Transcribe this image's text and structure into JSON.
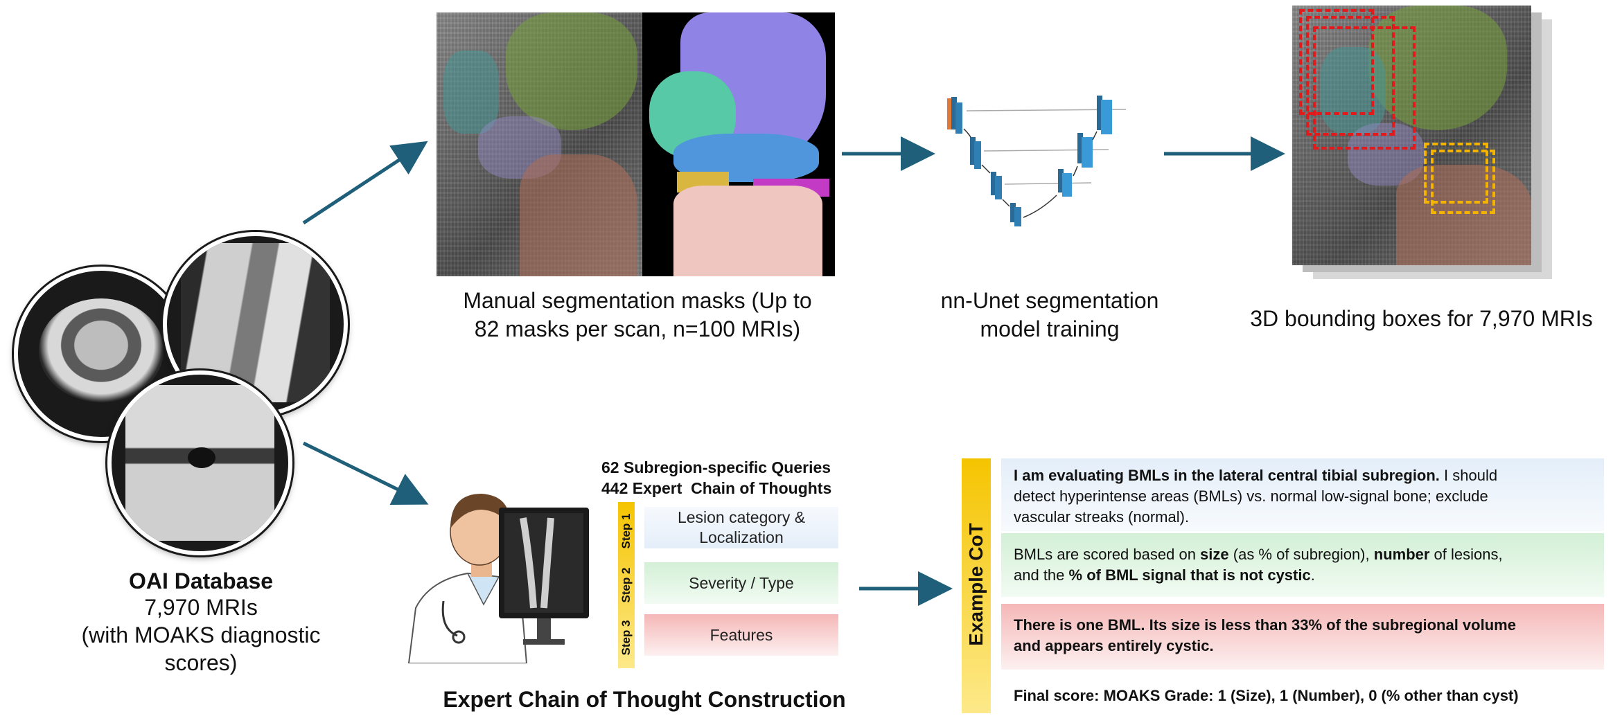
{
  "oai": {
    "title": "OAI Database",
    "count": "7,970 MRIs",
    "note_line1": "(with MOAKS diagnostic",
    "note_line2": "scores)"
  },
  "stage1": {
    "caption_line1": "Manual segmentation masks (Up to",
    "caption_line2": "82 masks per scan, n=100 MRIs)"
  },
  "stage2": {
    "caption_line1": "nn-Unet segmentation",
    "caption_line2": "model training"
  },
  "stage3": {
    "caption": "3D bounding boxes for 7,970 MRIs"
  },
  "cot_construction": {
    "header_line1": "62 Subregion-specific Queries",
    "header_line2": "442 Expert  Chain of Thoughts",
    "steps": [
      {
        "label": "Step 1",
        "text_line1": "Lesion category &",
        "text_line2": "Localization",
        "color": "#e9f1fa"
      },
      {
        "label": "Step 2",
        "text": "Severity / Type",
        "color": "#d9f2dc"
      },
      {
        "label": "Step 3",
        "text": "Features",
        "color": "#f7c4c4"
      }
    ],
    "caption": "Expert Chain of Thought Construction"
  },
  "example_cot": {
    "side_label": "Example CoT",
    "box1": {
      "bold": "I am evaluating BMLs in the lateral central tibial subregion.",
      "rest_1": " I should",
      "line2": "detect hyperintense areas (BMLs) vs. normal low-signal bone; exclude",
      "line3": "vascular streaks (normal)."
    },
    "box2": {
      "p1": "BMLs are scored based on ",
      "b1": "size",
      "p2": " (as % of subregion), ",
      "b2": "number",
      "p3": " of lesions,",
      "p4": "and the ",
      "b3": "% of BML signal that is not cystic",
      "p5": "."
    },
    "box3": {
      "line1": "There is one BML. Its size is less than 33% of the subregional volume",
      "line2": "and appears entirely cystic."
    },
    "final": "Final score: MOAKS Grade: 1 (Size), 1 (Number), 0 (% other than cyst)"
  },
  "colors": {
    "arrow": "#1f5f7a",
    "step_bar": "#f5c400",
    "red_box": "#e31a1c",
    "orange_box": "#f2b400",
    "unet_blue": "#2f7fb5",
    "unet_orange": "#e07a3a"
  }
}
